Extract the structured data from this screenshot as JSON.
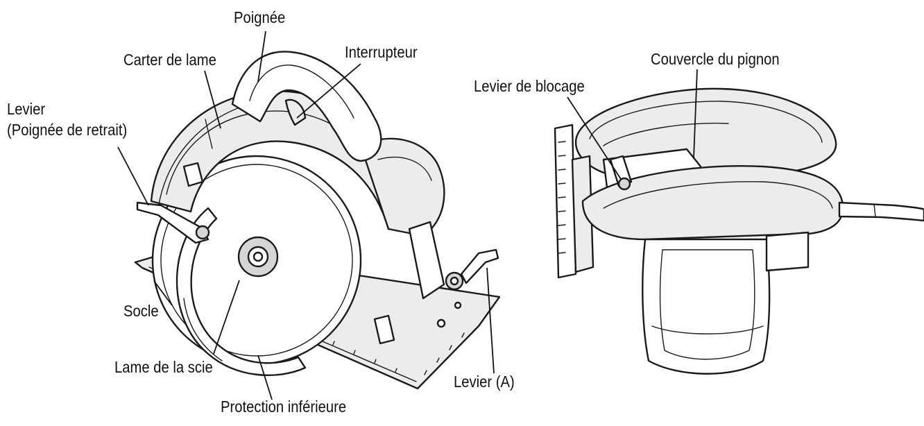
{
  "labels": {
    "poignee": "Poignée",
    "carter": "Carter de lame",
    "interrupteur": "Interrupteur",
    "levier_line1": "Levier",
    "levier_line2": "(Poignée de retrait)",
    "socle": "Socle",
    "lame": "Lame de la scie",
    "protection": "Protection inférieure",
    "levier_a": "Levier (A)",
    "couvercle": "Couvercle du pignon",
    "levier_blocage": "Levier de blocage"
  },
  "colors": {
    "ink": "#1a1a1a",
    "background": "#ffffff"
  }
}
